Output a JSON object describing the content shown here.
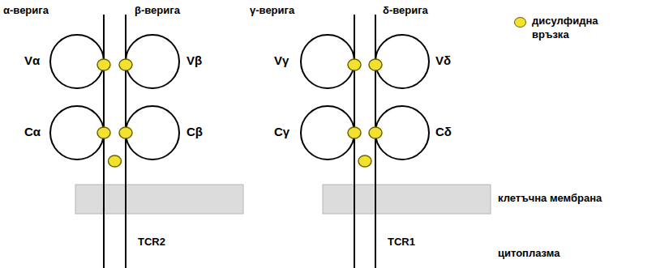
{
  "diagram": {
    "labels": [
      "α-верига",
      "β-верига",
      "γ-верига",
      "δ-верига",
      "Vα",
      "Vβ",
      "Vγ",
      "Vδ",
      "Cα",
      "Cβ",
      "Cγ",
      "Cδ",
      "клетъчна мембрана",
      "TCR2",
      "TCR1",
      "цитоплазма"
    ],
    "legend": [
      {
        "text": "дисулфидна връзка",
        "color": "#f2e22e"
      }
    ]
  }
}
